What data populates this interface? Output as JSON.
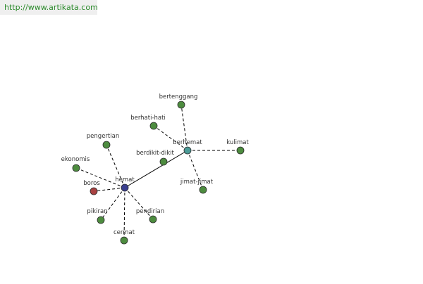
{
  "header": {
    "url": "http://www.artikata.com"
  },
  "graph": {
    "colors": {
      "center": "#3a3f8f",
      "hub": "#4a9a96",
      "synonym": "#4d8c3f",
      "antonym": "#a84242",
      "edge": "#000000",
      "url": "#2a8a2a"
    },
    "nodes": [
      {
        "id": "hemat",
        "label": "hemat",
        "kind": "center"
      },
      {
        "id": "berhemat",
        "label": "berhemat",
        "kind": "hub"
      },
      {
        "id": "boros",
        "label": "boros",
        "kind": "antonym"
      },
      {
        "id": "ekonomis",
        "label": "ekonomis",
        "kind": "synonym"
      },
      {
        "id": "pengertian",
        "label": "pengertian",
        "kind": "synonym"
      },
      {
        "id": "pikiran",
        "label": "pikiran",
        "kind": "synonym"
      },
      {
        "id": "cermat",
        "label": "cermat",
        "kind": "synonym"
      },
      {
        "id": "pendirian",
        "label": "pendirian",
        "kind": "synonym"
      },
      {
        "id": "berdikit-dikit",
        "label": "berdikit-dikit",
        "kind": "synonym"
      },
      {
        "id": "berhati-hati",
        "label": "berhati-hati",
        "kind": "synonym"
      },
      {
        "id": "bertenggang",
        "label": "bertenggang",
        "kind": "synonym"
      },
      {
        "id": "kulimat",
        "label": "kulimat",
        "kind": "synonym"
      },
      {
        "id": "jimat-jimat",
        "label": "jimat-jimat",
        "kind": "synonym"
      }
    ],
    "edges": [
      {
        "from": "hemat",
        "to": "berhemat",
        "style": "solid"
      },
      {
        "from": "hemat",
        "to": "boros",
        "style": "dashed"
      },
      {
        "from": "hemat",
        "to": "ekonomis",
        "style": "dashed"
      },
      {
        "from": "hemat",
        "to": "pengertian",
        "style": "dashed"
      },
      {
        "from": "hemat",
        "to": "pikiran",
        "style": "dashed"
      },
      {
        "from": "hemat",
        "to": "cermat",
        "style": "dashed"
      },
      {
        "from": "hemat",
        "to": "pendirian",
        "style": "dashed"
      },
      {
        "from": "berhemat",
        "to": "berhati-hati",
        "style": "dashed"
      },
      {
        "from": "berhemat",
        "to": "bertenggang",
        "style": "dashed"
      },
      {
        "from": "berhemat",
        "to": "kulimat",
        "style": "dashed"
      },
      {
        "from": "berhemat",
        "to": "jimat-jimat",
        "style": "dashed"
      }
    ]
  }
}
